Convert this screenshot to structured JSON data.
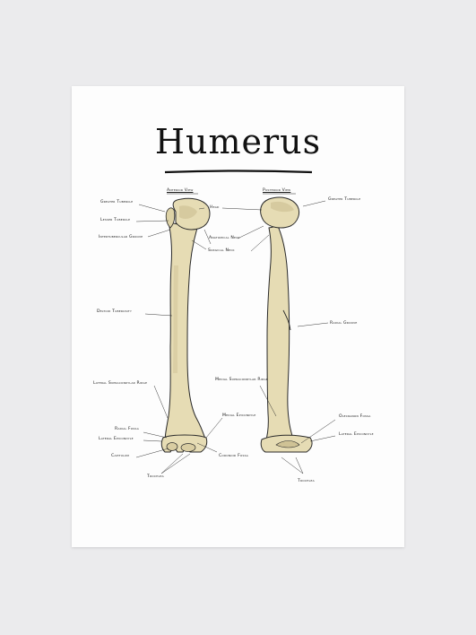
{
  "title": "Humerus",
  "views": {
    "anterior": "Anterior View",
    "posterior": "Posterior View"
  },
  "labels": {
    "greater_tubercle_left": "Greater Tubercle",
    "lesser_tubercle": "Lesser Tubercle",
    "intertubercular_groove": "Intertubercular Groove",
    "head": "Head",
    "anatomical_neck": "Anatomical Neck",
    "surgical_neck": "Surgical Neck",
    "greater_tubercle_right": "Greater Tubercle",
    "deltoid_tuberosity": "Deltoid Tuberosity",
    "radial_groove": "Radial Groove",
    "lateral_supracondylar_ridge": "Lateral Supracondylar Ridge",
    "medial_supracondylar_ridge": "Medial Supracondylar Ridge",
    "radial_fossa": "Radial Fossa",
    "lateral_epicondyle_left": "Lateral Epicondyle",
    "capitulum": "Capitulum",
    "trochlea_left": "Trochlea",
    "medial_epicondyle": "Medial Epicondyle",
    "coronoid_fossa": "Coronoid Fossa",
    "olecranon_fossa": "Olecranon Fossa",
    "lateral_epicondyle_right": "Lateral Epicondyle",
    "trochlea_right": "Trochlea"
  },
  "colors": {
    "bone": "#e6dcb4",
    "bone_shade": "#c9bb8a",
    "outline": "#2a2a2a",
    "paper": "#fdfdfd",
    "wall": "#ebebed"
  }
}
